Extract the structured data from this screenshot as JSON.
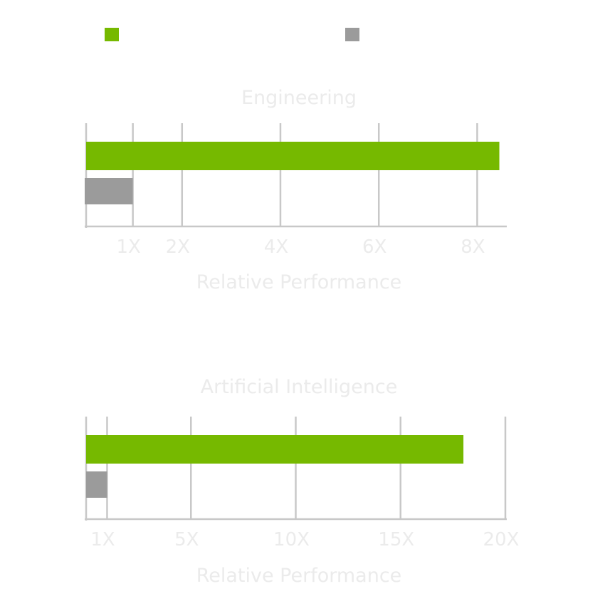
{
  "legend": {
    "items": [
      {
        "label": "",
        "color": "#76b900"
      },
      {
        "label": "",
        "color": "#9b9b9b"
      }
    ]
  },
  "colors": {
    "green": "#76b900",
    "gray": "#9b9b9b",
    "grid": "#c8c8c8",
    "axis_text": "#ebebeb"
  },
  "chart_data": [
    {
      "type": "bar",
      "orientation": "horizontal",
      "title": "Engineering",
      "xlabel": "Relative Performance",
      "ylabel": "",
      "xlim": [
        0.05,
        8.5
      ],
      "xticks": [
        1,
        2,
        4,
        6,
        8
      ],
      "tick_labels": [
        "1X",
        "2X",
        "4X",
        "6X",
        "8X"
      ],
      "grid": true,
      "series": [
        {
          "color": "#76b900",
          "values": [
            8.45
          ]
        },
        {
          "color": "#9b9b9b",
          "values": [
            1
          ]
        }
      ]
    },
    {
      "type": "bar",
      "orientation": "horizontal",
      "title": "Artificial Intelligence",
      "xlabel": "Relative Performance",
      "ylabel": "",
      "xlim": [
        0,
        20
      ],
      "xticks": [
        1,
        5,
        10,
        15,
        20
      ],
      "tick_labels": [
        "1X",
        "5X",
        "10X",
        "15X",
        "20X"
      ],
      "grid": true,
      "series": [
        {
          "color": "#76b900",
          "values": [
            18
          ]
        },
        {
          "color": "#9b9b9b",
          "values": [
            1
          ]
        }
      ]
    }
  ]
}
